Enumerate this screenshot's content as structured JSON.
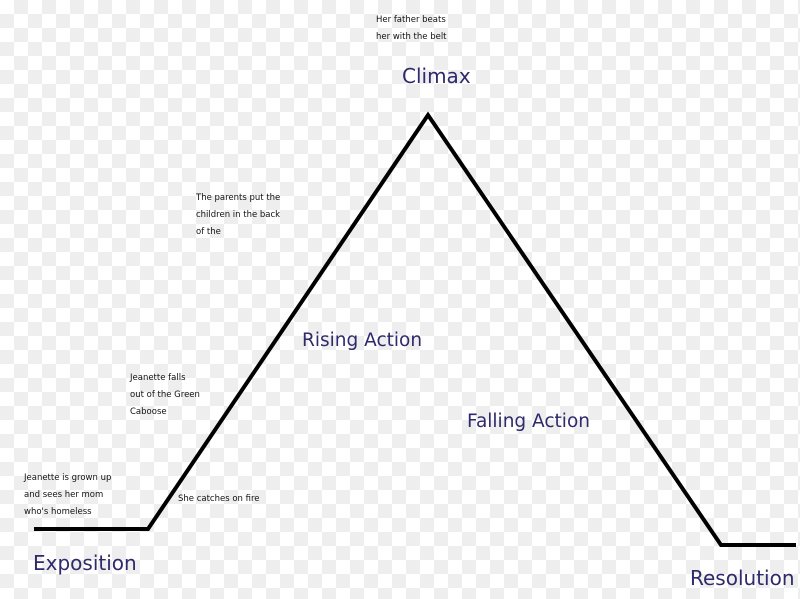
{
  "stages": {
    "exposition": "Exposition",
    "rising_action": "Rising Action",
    "climax": "Climax",
    "falling_action": "Falling Action",
    "resolution": "Resolution"
  },
  "events": {
    "exposition": [
      "Jeanette is grown up",
      "and sees her mom",
      "who's homeless"
    ],
    "fire": [
      "She catches on fire"
    ],
    "caboose": [
      "Jeanette falls",
      "out of the Green",
      "Caboose"
    ],
    "parents": [
      "The parents put the",
      "children in the back",
      "of the"
    ],
    "climax": [
      "Her father beats",
      "her with the belt"
    ]
  },
  "colors": {
    "line": "#000000",
    "stage_label": "#2e2a6b",
    "note_text": "#111111"
  }
}
